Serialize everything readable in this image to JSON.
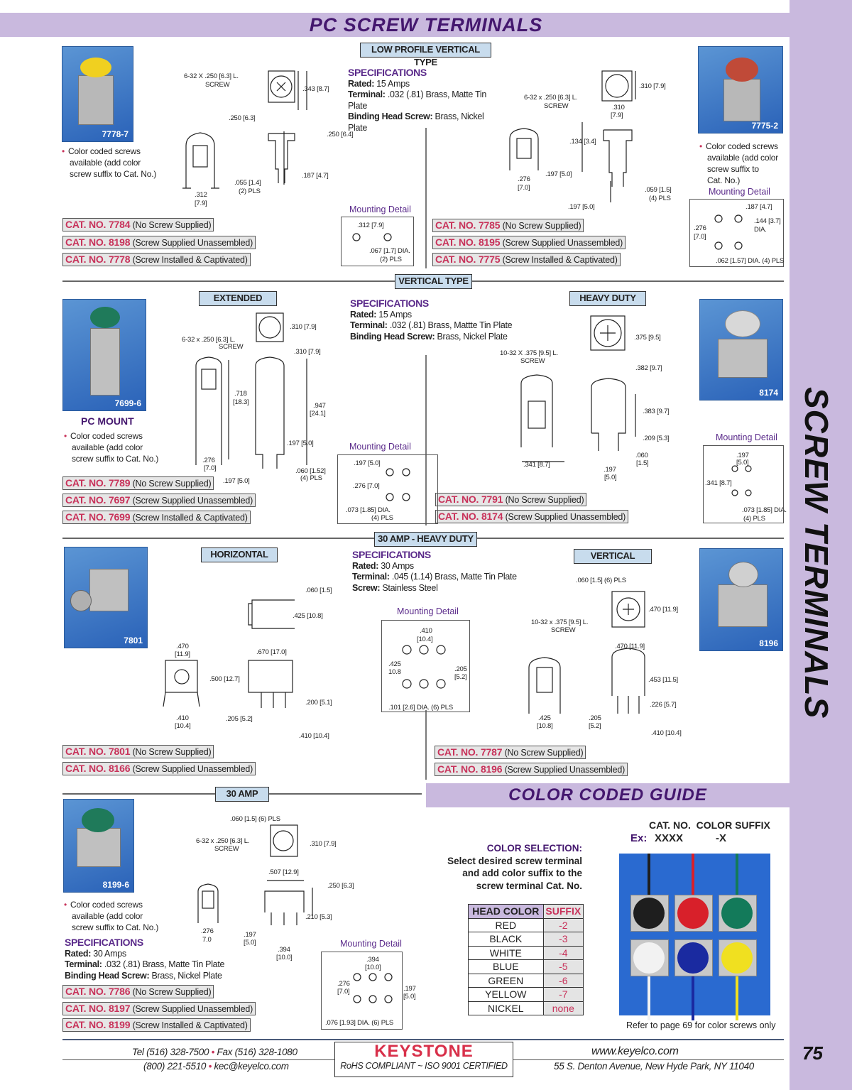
{
  "header": {
    "title": "PC SCREW TERMINALS",
    "side_title": "SCREW TERMINALS",
    "page_number": "75"
  },
  "s1": {
    "label": "LOW PROFILE VERTICAL TYPE",
    "photo_left": "7778-7",
    "photo_right": "7775-2",
    "bullet_left": [
      "Color coded screws",
      "available (add color",
      "screw suffix to Cat. No.)"
    ],
    "bullet_right": [
      "Color coded screws",
      "available (add color",
      "screw suffix to",
      "Cat. No.)"
    ],
    "spec_title": "SPECIFICATIONS",
    "rated_k": "Rated:",
    "rated_v": " 15 Amps",
    "terminal_k": "Terminal:",
    "terminal_v": " .032 (.81) Brass, Matte Tin Plate",
    "screw_k": "Binding Head Screw:",
    "screw_v": " Brass, Nickel Plate",
    "md_left": "Mounting Detail",
    "md_right": "Mounting Detail",
    "cats_left": [
      {
        "no": "CAT. NO. 7784",
        "desc": "(No Screw Supplied)"
      },
      {
        "no": "CAT. NO. 8198",
        "desc": "(Screw Supplied Unassembled)"
      },
      {
        "no": "CAT. NO. 7778",
        "desc": "(Screw Installed & Captivated)"
      }
    ],
    "cats_right": [
      {
        "no": "CAT. NO. 7785",
        "desc": "(No Screw Supplied)"
      },
      {
        "no": "CAT. NO. 8195",
        "desc": "(Screw Supplied Unassembled)"
      },
      {
        "no": "CAT. NO. 7775",
        "desc": "(Screw Installed & Captivated)"
      }
    ],
    "dims": [
      "6-32 X .250 [6.3] L.",
      "SCREW",
      ".343 [8.7]",
      ".250 [6.3]",
      ".250 [6.4]",
      ".187 [4.7]",
      ".055 [1.4]",
      "(2) PLS",
      ".312",
      "[7.9]",
      "6-32 x .250 [6.3] L.",
      "SCREW",
      ".310 [7.9]",
      ".310",
      "[7.9]",
      ".134 [3.4]",
      ".197 [5.0]",
      ".276",
      "[7.0]",
      ".059 [1.5]",
      "(4) PLS",
      ".197 [5.0]",
      ".312 [7.9]",
      ".067 [1.7] DIA.",
      "(2) PLS",
      ".187 [4.7]",
      ".144 [3.7]",
      "DIA.",
      ".276",
      "[7.0]",
      ".062 [1.57] DIA. (4) PLS"
    ]
  },
  "s2": {
    "divider": "VERTICAL TYPE",
    "label_left": "EXTENDED",
    "label_right": "HEAVY DUTY",
    "photo_left": "7699-6",
    "photo_right": "8174",
    "pc_mount": "PC MOUNT",
    "bullet": [
      "Color coded screws",
      "available (add color",
      "screw suffix to Cat. No.)"
    ],
    "spec_title": "SPECIFICATIONS",
    "rated_k": "Rated:",
    "rated_v": " 15 Amps",
    "terminal_k": "Terminal:",
    "terminal_v": " .032 (.81) Brass, Mattte Tin Plate",
    "screw_k": "Binding Head Screw:",
    "screw_v": " Brass, Nickel Plate",
    "md_left": "Mounting Detail",
    "md_right": "Mounting Detail",
    "cats_left": [
      {
        "no": "CAT. NO. 7789",
        "desc": "(No Screw Supplied)"
      },
      {
        "no": "CAT. NO. 7697",
        "desc": "(Screw Supplied Unassembled)"
      },
      {
        "no": "CAT. NO. 7699",
        "desc": "(Screw Installed & Captivated)"
      }
    ],
    "cats_right": [
      {
        "no": "CAT. NO. 7791",
        "desc": "(No Screw Supplied)"
      },
      {
        "no": "CAT. NO. 8174",
        "desc": "(Screw Supplied Unassembled)"
      }
    ],
    "dims": [
      "6-32 x .250 [6.3] L.",
      "SCREW",
      ".310 [7.9]",
      ".310 [7.9]",
      ".718",
      "[18.3]",
      ".947",
      "[24.1]",
      ".197 [5.0]",
      ".276",
      "[7.0]",
      ".060 [1.52]",
      "(4) PLS",
      ".197 [5.0]",
      "10-32 X .375 [9.5] L.",
      "SCREW",
      ".375 [9.5]",
      ".382 [9.7]",
      ".383 [9.7]",
      ".209 [5.3]",
      ".341 [8.7]",
      ".060",
      "[1.5]",
      ".197",
      "[5.0]",
      ".197 [5.0]",
      ".276 [7.0]",
      ".073 [1.85] DIA.",
      "(4) PLS",
      ".197",
      "[5.0]",
      ".341 [8.7]",
      ".073 [1.85] DIA.",
      "(4) PLS"
    ]
  },
  "s3": {
    "divider": "30 AMP - HEAVY DUTY",
    "label_left": "HORIZONTAL",
    "label_right": "VERTICAL",
    "photo_left": "7801",
    "photo_right": "8196",
    "spec_title": "SPECIFICATIONS",
    "rated_k": "Rated:",
    "rated_v": " 30 Amps",
    "terminal_k": "Terminal:",
    "terminal_v": " .045 (1.14) Brass, Matte Tin Plate",
    "screw_k": "Screw:",
    "screw_v": " Stainless Steel",
    "md": "Mounting Detail",
    "cats_left": [
      {
        "no": "CAT. NO. 7801",
        "desc": "(No Screw Supplied)"
      },
      {
        "no": "CAT. NO. 8166",
        "desc": "(Screw Supplied Unassembled)"
      }
    ],
    "cats_right": [
      {
        "no": "CAT. NO. 7787",
        "desc": "(No Screw Supplied)"
      },
      {
        "no": "CAT. NO. 8196",
        "desc": "(Screw Supplied Unassembled)"
      }
    ],
    "dims": [
      ".060 [1.5]",
      ".425 [10.8]",
      ".470",
      "[11.9]",
      ".670 [17.0]",
      ".500 [12.7]",
      ".200 [5.1]",
      ".410",
      "[10.4]",
      ".205 [5.2]",
      ".410 [10.4]",
      ".410",
      "[10.4]",
      ".425",
      "10.8",
      ".205",
      "[5.2]",
      ".101 [2.6] DIA. (6) PLS",
      ".060 [1.5] (6) PLS",
      ".470 [11.9]",
      "10-32 x .375 [9.5] L.",
      "SCREW",
      ".470 [11.9]",
      ".453 [11.5]",
      ".226 [5.7]",
      ".205",
      "[5.2]",
      ".425",
      "[10.8]",
      ".410 [10.4]"
    ]
  },
  "s4": {
    "divider": "30 AMP",
    "photo": "8199-6",
    "bullet": [
      "Color coded screws",
      "available (add color",
      "screw suffix to Cat. No.)"
    ],
    "spec_title": "SPECIFICATIONS",
    "rated_k": "Rated:",
    "rated_v": " 30 Amps",
    "terminal_k": "Terminal:",
    "terminal_v": " .032 (.81) Brass, Matte Tin Plate",
    "screw_k": "Binding Head Screw:",
    "screw_v": " Brass, Nickel Plate",
    "md": "Mounting Detail",
    "cats": [
      {
        "no": "CAT. NO. 7786",
        "desc": "(No Screw Supplied)"
      },
      {
        "no": "CAT. NO. 8197",
        "desc": "(Screw Supplied Unassembled)"
      },
      {
        "no": "CAT. NO. 8199",
        "desc": "(Screw Installed & Captivated)"
      }
    ],
    "dims": [
      ".060 [1.5] (6) PLS",
      "6-32 x .250 [6.3] L.",
      "SCREW",
      ".310 [7.9]",
      ".507 [12.9]",
      ".250 [6.3]",
      ".210 [5.3]",
      ".276",
      "7.0",
      ".197",
      "[5.0]",
      ".394",
      "[10.0]",
      ".394",
      "[10.0]",
      ".276",
      "[7.0]",
      ".197",
      "[5.0]",
      ".076 [1.93] DIA. (6) PLS"
    ]
  },
  "color_guide": {
    "title": "COLOR CODED GUIDE",
    "cat_hdr": "CAT. NO.  COLOR SUFFIX",
    "ex": "Ex:",
    "ex_cat": "XXXX",
    "ex_suffix": "-X",
    "sel_title": "COLOR SELECTION:",
    "sel_text": [
      "Select desired screw terminal",
      "and add color suffix to the",
      "screw terminal Cat. No."
    ],
    "col_head": "HEAD COLOR",
    "col_suffix": "SUFFIX",
    "rows": [
      {
        "color": "RED",
        "suffix": "-2"
      },
      {
        "color": "BLACK",
        "suffix": "-3"
      },
      {
        "color": "WHITE",
        "suffix": "-4"
      },
      {
        "color": "BLUE",
        "suffix": "-5"
      },
      {
        "color": "GREEN",
        "suffix": "-6"
      },
      {
        "color": "YELLOW",
        "suffix": "-7"
      },
      {
        "color": "NICKEL",
        "suffix": "none"
      }
    ],
    "note": "Refer to page 69 for color screws only",
    "screw_colors": [
      "#1e1e1e",
      "#d8202a",
      "#137a5a",
      "#f2f2f2",
      "#1a2aa0",
      "#f0e020"
    ]
  },
  "footer": {
    "tel": "Tel (516) 328-7500",
    "fax": "Fax (516) 328-1080",
    "phone2": "(800) 221-5510",
    "email": "kec@keyelco.com",
    "logo": "KEYSTONE",
    "rohs": "RoHS COMPLIANT",
    "iso": "ISO 9001 CERTIFIED",
    "web": "www.keyelco.com",
    "address": "55 S. Denton Avenue, New Hyde Park, NY 11040"
  },
  "colors": {
    "purple_band": "#c9b9de",
    "title_purple": "#44176e",
    "cat_red": "#c8325a",
    "label_blue": "#c8dced"
  }
}
